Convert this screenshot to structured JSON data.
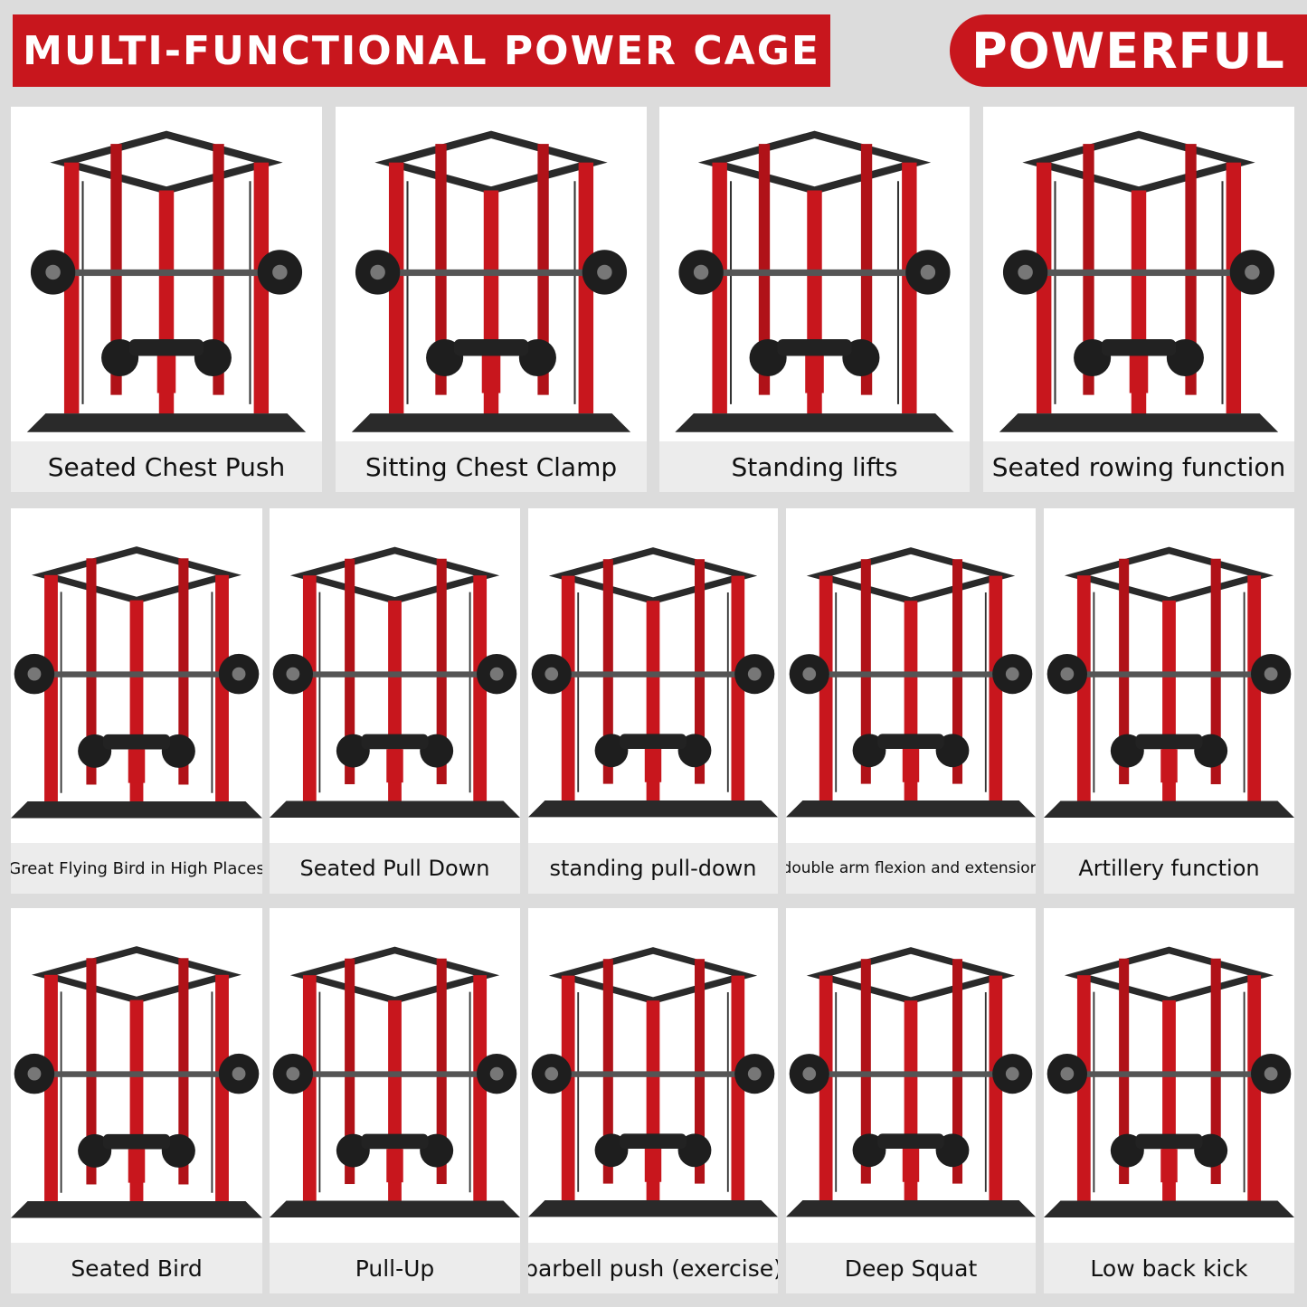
{
  "header": {
    "left_title": "MULTI-FUNCTIONAL POWER CAGE",
    "right_title": "POWERFUL"
  },
  "colors": {
    "accent": "#c8161d",
    "frame": "#2a2a2a",
    "caption_bg": "#ececec"
  },
  "icons": [
    "power-cage-illustration"
  ],
  "rows": [
    {
      "cards": [
        {
          "label": "Seated Chest Push"
        },
        {
          "label": "Sitting Chest Clamp"
        },
        {
          "label": "Standing lifts"
        },
        {
          "label": "Seated rowing function"
        }
      ]
    },
    {
      "cards": [
        {
          "label": "Great Flying Bird in High Places"
        },
        {
          "label": "Seated Pull Down"
        },
        {
          "label": "standing pull-down"
        },
        {
          "label": "double arm flexion and extension"
        },
        {
          "label": "Artillery function"
        }
      ]
    },
    {
      "cards": [
        {
          "label": "Seated Bird"
        },
        {
          "label": "Pull-Up"
        },
        {
          "label": "barbell push  (exercise)"
        },
        {
          "label": "Deep Squat"
        },
        {
          "label": "Low back kick"
        }
      ]
    }
  ]
}
